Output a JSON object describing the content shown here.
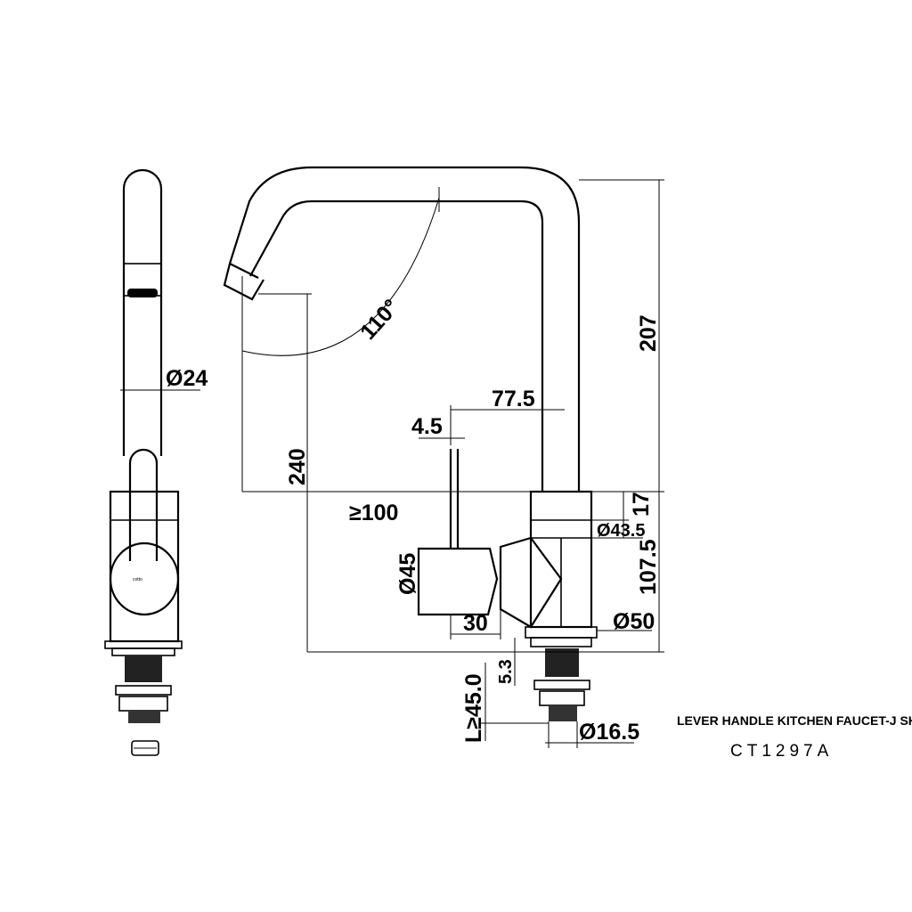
{
  "title": "LEVER HANDLE KITCHEN FAUCET-J SH",
  "model_code": "CT1297A",
  "brand_mark": "cotto",
  "dimensions": {
    "spout_diameter": "Ø24",
    "swivel_angle": "110°",
    "spout_height": "207",
    "spout_reach": "77.5",
    "lever_thickness": "4.5",
    "overall_height": "240",
    "min_clearance": "≥100",
    "body_top": "17",
    "body_diameter": "Ø43.5",
    "body_height": "107.5",
    "handle_diameter": "Ø45",
    "handle_length": "30",
    "base_diameter": "Ø50",
    "base_gap": "5.3",
    "shank_length": "L≥45.0",
    "shank_diameter": "Ø16.5"
  }
}
